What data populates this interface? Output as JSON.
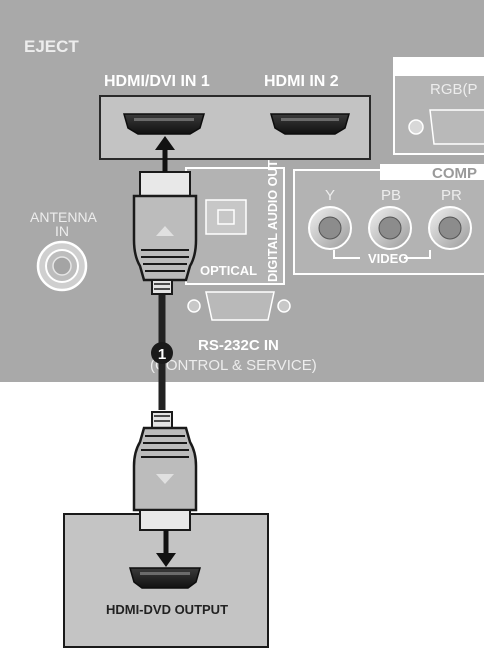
{
  "panel": {
    "eject_label": "EJECT",
    "hdmi1_label": "HDMI/DVI IN 1",
    "hdmi2_label": "HDMI IN 2",
    "rgb_label": "RGB(P",
    "antenna_label_line1": "ANTENNA",
    "antenna_label_line2": "IN",
    "optical_label": "OPTICAL",
    "digital_audio_out_label": "DIGITAL AUDIO OUT",
    "component_label": "COMP",
    "component_y_label": "Y",
    "component_pb_label": "PB",
    "component_pr_label": "PR",
    "video_label": "VIDEO",
    "rs232c_label": "RS-232C IN",
    "rs232c_sublabel": "(CONTROL & SERVICE)"
  },
  "step_badge": "1",
  "device": {
    "output_label": "HDMI-DVD OUTPUT"
  },
  "colors": {
    "panel_bg": "#a9a9a9",
    "panel_inner": "#c8c8c8",
    "device_box": "#c4c4c4",
    "cable": "#222222",
    "connector_body": "#bcbcbc"
  }
}
